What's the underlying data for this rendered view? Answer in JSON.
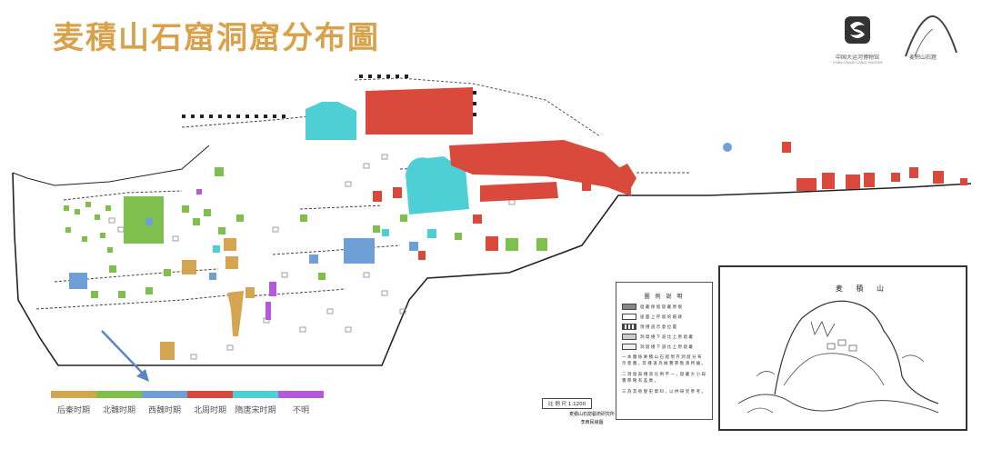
{
  "title": "麦積山石窟洞窟分布圖",
  "logo1": {
    "name": "中国大运河博物馆",
    "en": "CHINA GRAND CANAL MUSEUM"
  },
  "logo2": {
    "name": "麦积山石窟"
  },
  "legend": [
    {
      "label": "后秦时期",
      "color": "#d6a552"
    },
    {
      "label": "北魏时期",
      "color": "#7fbf4d"
    },
    {
      "label": "西魏时期",
      "color": "#6e9fd6"
    },
    {
      "label": "北周时期",
      "color": "#d94a3d"
    },
    {
      "label": "隋唐宋时期",
      "color": "#4ecfd6"
    },
    {
      "label": "不明",
      "color": "#b45ad9"
    }
  ],
  "notes": {
    "title": "圖 例 說 明",
    "items": [
      "窟 龕 保 留 窟 龕 原 貌",
      "崖 面 上 存 留 的 痕 跡",
      "現 棧 道 示 意 位 置",
      "洞 窟 棧 下 道 比 上 原 窟 龕",
      "洞 窟 棧 下 道 比 上 原 窟 龕"
    ],
    "paras": [
      "一 本 圖 係 麥 積 山 石 窟 現 存 洞 窟 分 布 示 意 圖 ，其 棧 道 為 據 實 際 勘 測 所 繪 。",
      "二 洞 窟 與 棧 道 比 例 不 一 ，窟 龕 大 小 與 實 際 略 有 差 異 。",
      "三 為 其 他 歷 史 資 料 ，以 供 研 究 參 考 。"
    ]
  },
  "sketch": {
    "title": "麦 積 山"
  },
  "scale": "比 例 尺 1:1200",
  "credit": [
    "麦積山石窟藝術研究所",
    "李西民繪圖"
  ]
}
